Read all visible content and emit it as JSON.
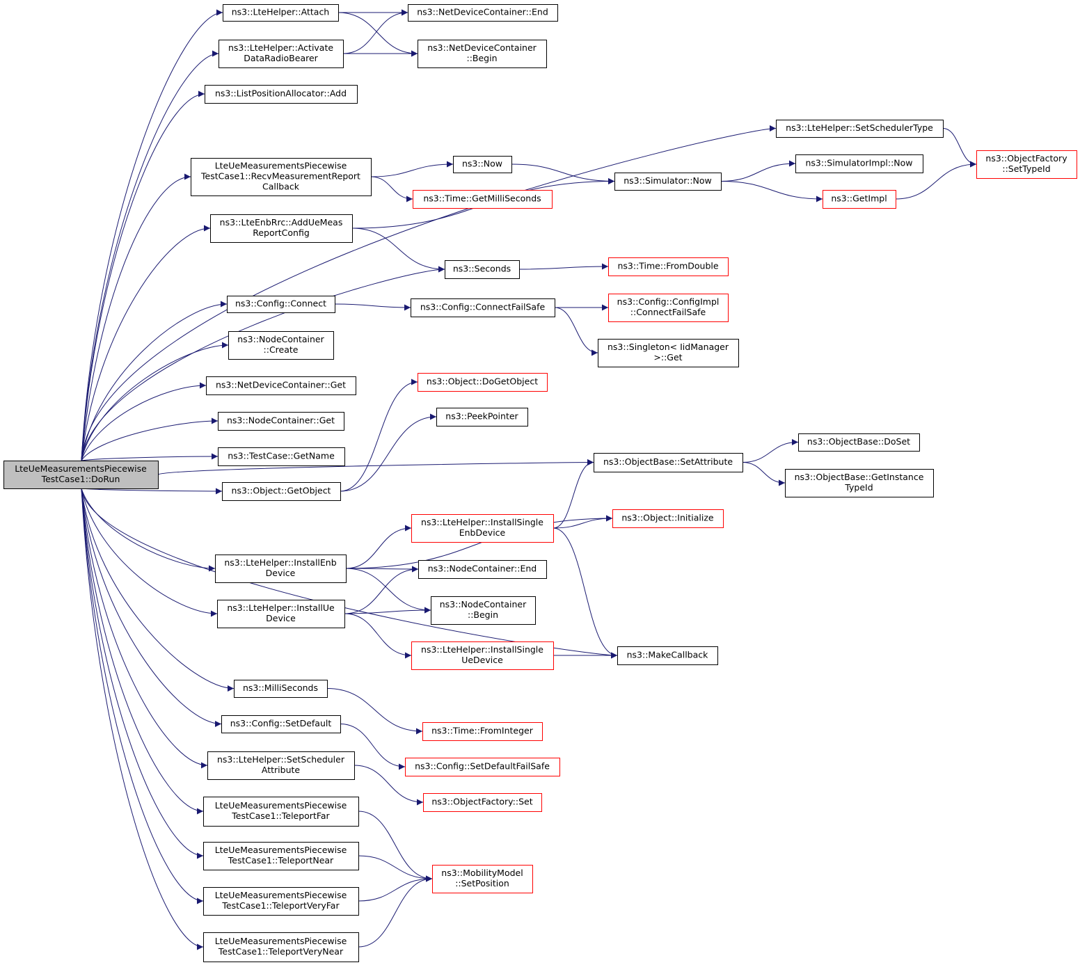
{
  "colors": {
    "edge": "#191970",
    "normal_border": "#000000",
    "incomplete_border": "#ff0000",
    "root_fill": "#bfbfbf",
    "node_fill": "#ffffff"
  },
  "diagram": {
    "root": "n0",
    "nodes": [
      {
        "id": "n0",
        "lines": [
          "LteUeMeasurementsPiecewise",
          "TestCase1::DoRun"
        ],
        "status": "root"
      },
      {
        "id": "n1",
        "lines": [
          "ns3::LteHelper::Attach"
        ],
        "status": "normal"
      },
      {
        "id": "n2",
        "lines": [
          "ns3::LteHelper::Activate",
          "DataRadioBearer"
        ],
        "status": "normal"
      },
      {
        "id": "n3",
        "lines": [
          "ns3::ListPositionAllocator::Add"
        ],
        "status": "normal"
      },
      {
        "id": "n4",
        "lines": [
          "ns3::LteHelper::SetSchedulerType"
        ],
        "status": "normal"
      },
      {
        "id": "n5",
        "lines": [
          "LteUeMeasurementsPiecewise",
          "TestCase1::RecvMeasurementReport",
          "Callback"
        ],
        "status": "normal"
      },
      {
        "id": "n6",
        "lines": [
          "ns3::LteEnbRrc::AddUeMeas",
          "ReportConfig"
        ],
        "status": "normal"
      },
      {
        "id": "n7",
        "lines": [
          "ns3::Seconds"
        ],
        "status": "normal"
      },
      {
        "id": "n8",
        "lines": [
          "ns3::Config::Connect"
        ],
        "status": "normal"
      },
      {
        "id": "n9",
        "lines": [
          "ns3::NodeContainer",
          "::Create"
        ],
        "status": "normal"
      },
      {
        "id": "n10",
        "lines": [
          "ns3::NetDeviceContainer::Get"
        ],
        "status": "normal"
      },
      {
        "id": "n11",
        "lines": [
          "ns3::NodeContainer::Get"
        ],
        "status": "normal"
      },
      {
        "id": "n12",
        "lines": [
          "ns3::TestCase::GetName"
        ],
        "status": "normal"
      },
      {
        "id": "n13",
        "lines": [
          "ns3::Object::GetObject"
        ],
        "status": "normal"
      },
      {
        "id": "n14",
        "lines": [
          "ns3::ObjectBase::SetAttribute"
        ],
        "status": "normal"
      },
      {
        "id": "n15",
        "lines": [
          "ns3::Object::Initialize"
        ],
        "status": "incomplete"
      },
      {
        "id": "n16",
        "lines": [
          "ns3::LteHelper::InstallEnb",
          "Device"
        ],
        "status": "normal"
      },
      {
        "id": "n17",
        "lines": [
          "ns3::LteHelper::InstallUe",
          "Device"
        ],
        "status": "normal"
      },
      {
        "id": "n18",
        "lines": [
          "ns3::MakeCallback"
        ],
        "status": "normal"
      },
      {
        "id": "n19",
        "lines": [
          "ns3::MilliSeconds"
        ],
        "status": "normal"
      },
      {
        "id": "n20",
        "lines": [
          "ns3::Config::SetDefault"
        ],
        "status": "normal"
      },
      {
        "id": "n21",
        "lines": [
          "ns3::LteHelper::SetScheduler",
          "Attribute"
        ],
        "status": "normal"
      },
      {
        "id": "n22",
        "lines": [
          "LteUeMeasurementsPiecewise",
          "TestCase1::TeleportFar"
        ],
        "status": "normal"
      },
      {
        "id": "n23",
        "lines": [
          "LteUeMeasurementsPiecewise",
          "TestCase1::TeleportNear"
        ],
        "status": "normal"
      },
      {
        "id": "n24",
        "lines": [
          "LteUeMeasurementsPiecewise",
          "TestCase1::TeleportVeryFar"
        ],
        "status": "normal"
      },
      {
        "id": "n25",
        "lines": [
          "LteUeMeasurementsPiecewise",
          "TestCase1::TeleportVeryNear"
        ],
        "status": "normal"
      },
      {
        "id": "n26",
        "lines": [
          "ns3::NetDeviceContainer::End"
        ],
        "status": "normal"
      },
      {
        "id": "n27",
        "lines": [
          "ns3::NetDeviceContainer",
          "::Begin"
        ],
        "status": "normal"
      },
      {
        "id": "n28",
        "lines": [
          "ns3::ObjectFactory",
          "::SetTypeId"
        ],
        "status": "incomplete"
      },
      {
        "id": "n29",
        "lines": [
          "ns3::Now"
        ],
        "status": "normal"
      },
      {
        "id": "n30",
        "lines": [
          "ns3::Time::GetMilliSeconds"
        ],
        "status": "incomplete"
      },
      {
        "id": "n31",
        "lines": [
          "ns3::Simulator::Now"
        ],
        "status": "normal"
      },
      {
        "id": "n32",
        "lines": [
          "ns3::SimulatorImpl::Now"
        ],
        "status": "normal"
      },
      {
        "id": "n33",
        "lines": [
          "ns3::GetImpl"
        ],
        "status": "incomplete"
      },
      {
        "id": "n34",
        "lines": [
          "ns3::Time::FromDouble"
        ],
        "status": "incomplete"
      },
      {
        "id": "n35",
        "lines": [
          "ns3::Config::ConnectFailSafe"
        ],
        "status": "normal"
      },
      {
        "id": "n36",
        "lines": [
          "ns3::Config::ConfigImpl",
          "::ConnectFailSafe"
        ],
        "status": "incomplete"
      },
      {
        "id": "n37",
        "lines": [
          "ns3::Singleton< IidManager",
          ">::Get"
        ],
        "status": "normal"
      },
      {
        "id": "n38",
        "lines": [
          "ns3::Object::DoGetObject"
        ],
        "status": "incomplete"
      },
      {
        "id": "n39",
        "lines": [
          "ns3::PeekPointer"
        ],
        "status": "normal"
      },
      {
        "id": "n40",
        "lines": [
          "ns3::ObjectBase::DoSet"
        ],
        "status": "normal"
      },
      {
        "id": "n41",
        "lines": [
          "ns3::ObjectBase::GetInstance",
          "TypeId"
        ],
        "status": "normal"
      },
      {
        "id": "n42",
        "lines": [
          "ns3::LteHelper::InstallSingle",
          "EnbDevice"
        ],
        "status": "incomplete"
      },
      {
        "id": "n43",
        "lines": [
          "ns3::NodeContainer::End"
        ],
        "status": "normal"
      },
      {
        "id": "n44",
        "lines": [
          "ns3::NodeContainer",
          "::Begin"
        ],
        "status": "normal"
      },
      {
        "id": "n45",
        "lines": [
          "ns3::LteHelper::InstallSingle",
          "UeDevice"
        ],
        "status": "incomplete"
      },
      {
        "id": "n46",
        "lines": [
          "ns3::Time::FromInteger"
        ],
        "status": "incomplete"
      },
      {
        "id": "n47",
        "lines": [
          "ns3::Config::SetDefaultFailSafe"
        ],
        "status": "incomplete"
      },
      {
        "id": "n48",
        "lines": [
          "ns3::ObjectFactory::Set"
        ],
        "status": "incomplete"
      },
      {
        "id": "n49",
        "lines": [
          "ns3::MobilityModel",
          "::SetPosition"
        ],
        "status": "incomplete"
      }
    ],
    "edges": [
      {
        "from": "n0",
        "to": "n1"
      },
      {
        "from": "n0",
        "to": "n2"
      },
      {
        "from": "n0",
        "to": "n3"
      },
      {
        "from": "n0",
        "to": "n4"
      },
      {
        "from": "n0",
        "to": "n5"
      },
      {
        "from": "n0",
        "to": "n6"
      },
      {
        "from": "n0",
        "to": "n7"
      },
      {
        "from": "n0",
        "to": "n8"
      },
      {
        "from": "n0",
        "to": "n9"
      },
      {
        "from": "n0",
        "to": "n10"
      },
      {
        "from": "n0",
        "to": "n11"
      },
      {
        "from": "n0",
        "to": "n12"
      },
      {
        "from": "n0",
        "to": "n13"
      },
      {
        "from": "n0",
        "to": "n14"
      },
      {
        "from": "n0",
        "to": "n16"
      },
      {
        "from": "n0",
        "to": "n17"
      },
      {
        "from": "n0",
        "to": "n18"
      },
      {
        "from": "n0",
        "to": "n19"
      },
      {
        "from": "n0",
        "to": "n20"
      },
      {
        "from": "n0",
        "to": "n21"
      },
      {
        "from": "n0",
        "to": "n22"
      },
      {
        "from": "n0",
        "to": "n23"
      },
      {
        "from": "n0",
        "to": "n24"
      },
      {
        "from": "n0",
        "to": "n25"
      },
      {
        "from": "n1",
        "to": "n26"
      },
      {
        "from": "n1",
        "to": "n27"
      },
      {
        "from": "n2",
        "to": "n26"
      },
      {
        "from": "n2",
        "to": "n27"
      },
      {
        "from": "n4",
        "to": "n28"
      },
      {
        "from": "n5",
        "to": "n29"
      },
      {
        "from": "n5",
        "to": "n30"
      },
      {
        "from": "n29",
        "to": "n31"
      },
      {
        "from": "n31",
        "to": "n32"
      },
      {
        "from": "n31",
        "to": "n33"
      },
      {
        "from": "n33",
        "to": "n28"
      },
      {
        "from": "n6",
        "to": "n31"
      },
      {
        "from": "n6",
        "to": "n7"
      },
      {
        "from": "n7",
        "to": "n34"
      },
      {
        "from": "n8",
        "to": "n35"
      },
      {
        "from": "n35",
        "to": "n36"
      },
      {
        "from": "n35",
        "to": "n37"
      },
      {
        "from": "n13",
        "to": "n38"
      },
      {
        "from": "n13",
        "to": "n39"
      },
      {
        "from": "n14",
        "to": "n40"
      },
      {
        "from": "n14",
        "to": "n41"
      },
      {
        "from": "n16",
        "to": "n15"
      },
      {
        "from": "n16",
        "to": "n42"
      },
      {
        "from": "n16",
        "to": "n43"
      },
      {
        "from": "n16",
        "to": "n44"
      },
      {
        "from": "n42",
        "to": "n14"
      },
      {
        "from": "n42",
        "to": "n15"
      },
      {
        "from": "n42",
        "to": "n18"
      },
      {
        "from": "n17",
        "to": "n43"
      },
      {
        "from": "n17",
        "to": "n44"
      },
      {
        "from": "n17",
        "to": "n45"
      },
      {
        "from": "n45",
        "to": "n18"
      },
      {
        "from": "n19",
        "to": "n46"
      },
      {
        "from": "n20",
        "to": "n47"
      },
      {
        "from": "n21",
        "to": "n48"
      },
      {
        "from": "n22",
        "to": "n49"
      },
      {
        "from": "n23",
        "to": "n49"
      },
      {
        "from": "n24",
        "to": "n49"
      },
      {
        "from": "n25",
        "to": "n49"
      }
    ]
  }
}
